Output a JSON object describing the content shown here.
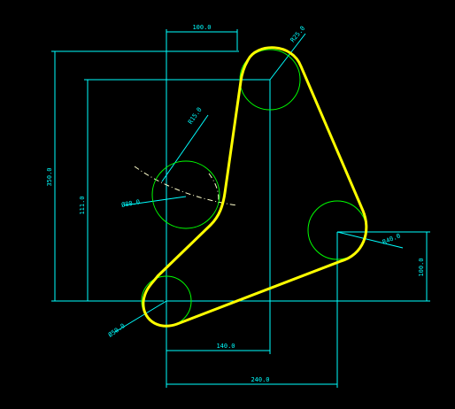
{
  "colors": {
    "background": "#000000",
    "dimension": "#00ffff",
    "circle": "#00ff00",
    "profile": "#ffff00",
    "centerline": "#ffffcc"
  },
  "dimensions": {
    "top_width": "100.0",
    "top_radius": "R25.0",
    "mid_radius": "R15.0",
    "mid_diameter": "Ø80.0",
    "right_radius": "R40.0",
    "left_bottom": "Ø50.0",
    "vertical_350": "350.0",
    "vertical_111": "111.0",
    "vertical_100": "100.0",
    "horizontal_140": "140.0",
    "horizontal_240": "240.0"
  }
}
